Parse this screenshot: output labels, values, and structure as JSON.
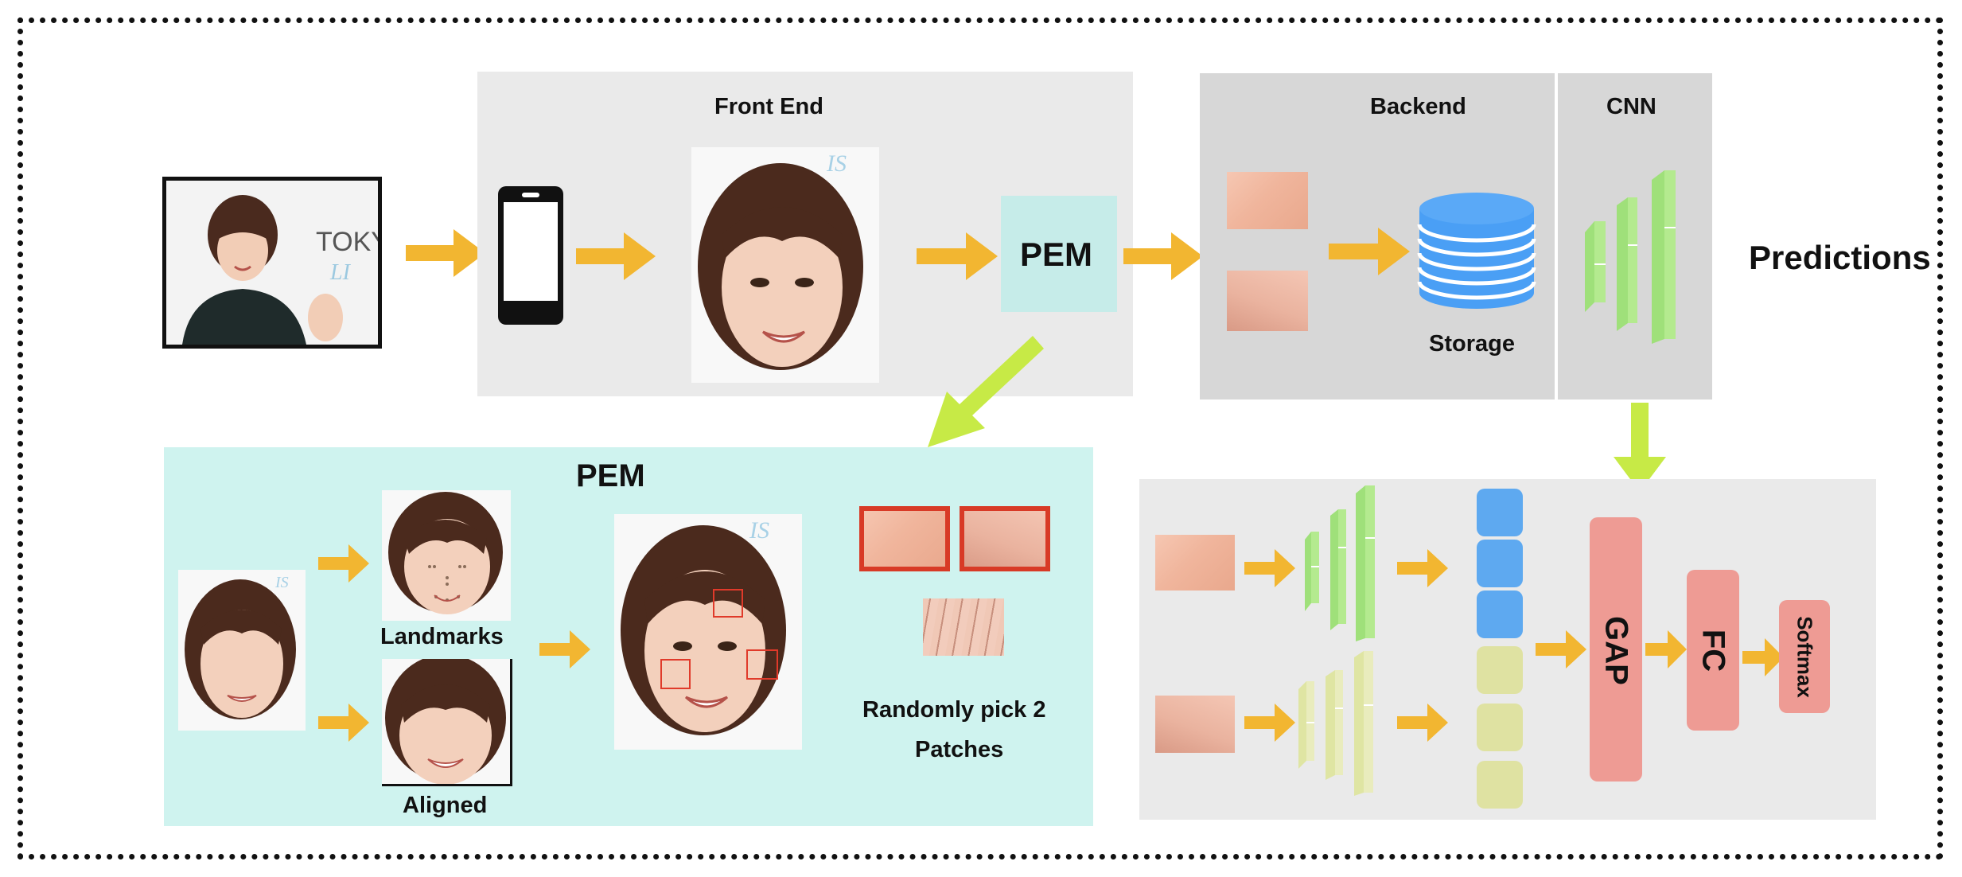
{
  "front_end": {
    "title": "Front End",
    "module": "PEM"
  },
  "backend": {
    "title": "Backend",
    "storage_label": "Storage"
  },
  "cnn": {
    "title": "CNN"
  },
  "predictions": "Predictions",
  "pem_panel": {
    "title": "PEM",
    "landmarks_label": "Landmarks",
    "aligned_label": "Aligned",
    "pick_label_line1": "Randomly pick 2",
    "pick_label_line2": "Patches"
  },
  "classifier": {
    "gap_label": "GAP",
    "fc_label": "FC",
    "softmax_label": "Softmax"
  },
  "colors": {
    "arrow_yellow": "#f2b631",
    "arrow_green": "#c7ea46",
    "pem_box": "#c6ece9",
    "pem_panel": "#cff3ef",
    "gray_panel": "#eaeaea",
    "dark_gray_panel": "#d7d7d7",
    "cnn_green": "#9fe07a",
    "cnn_olive": "#dfe5a3",
    "feature_blue": "#5ea9f0",
    "feature_olive": "#dfe2a2",
    "gap_fc_red": "#ee9b94",
    "storage_blue": "#4a9ff5"
  }
}
